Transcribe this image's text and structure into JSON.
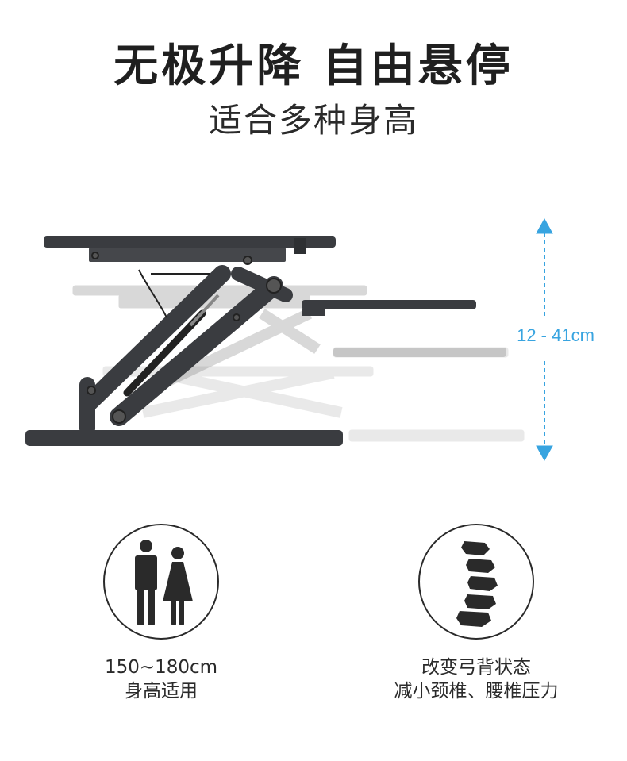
{
  "header": {
    "title": "无极升降 自由悬停",
    "subtitle": "适合多种身高"
  },
  "illustration": {
    "height_range": "12 - 41cm",
    "accent_color": "#38a4e0",
    "frame_color": "#3a3c40"
  },
  "features": [
    {
      "icon": "people-icon",
      "line1": "150~180cm",
      "line2": "身高适用"
    },
    {
      "icon": "spine-icon",
      "line1": "改变弓背状态",
      "line2": "减小颈椎、腰椎压力"
    }
  ]
}
